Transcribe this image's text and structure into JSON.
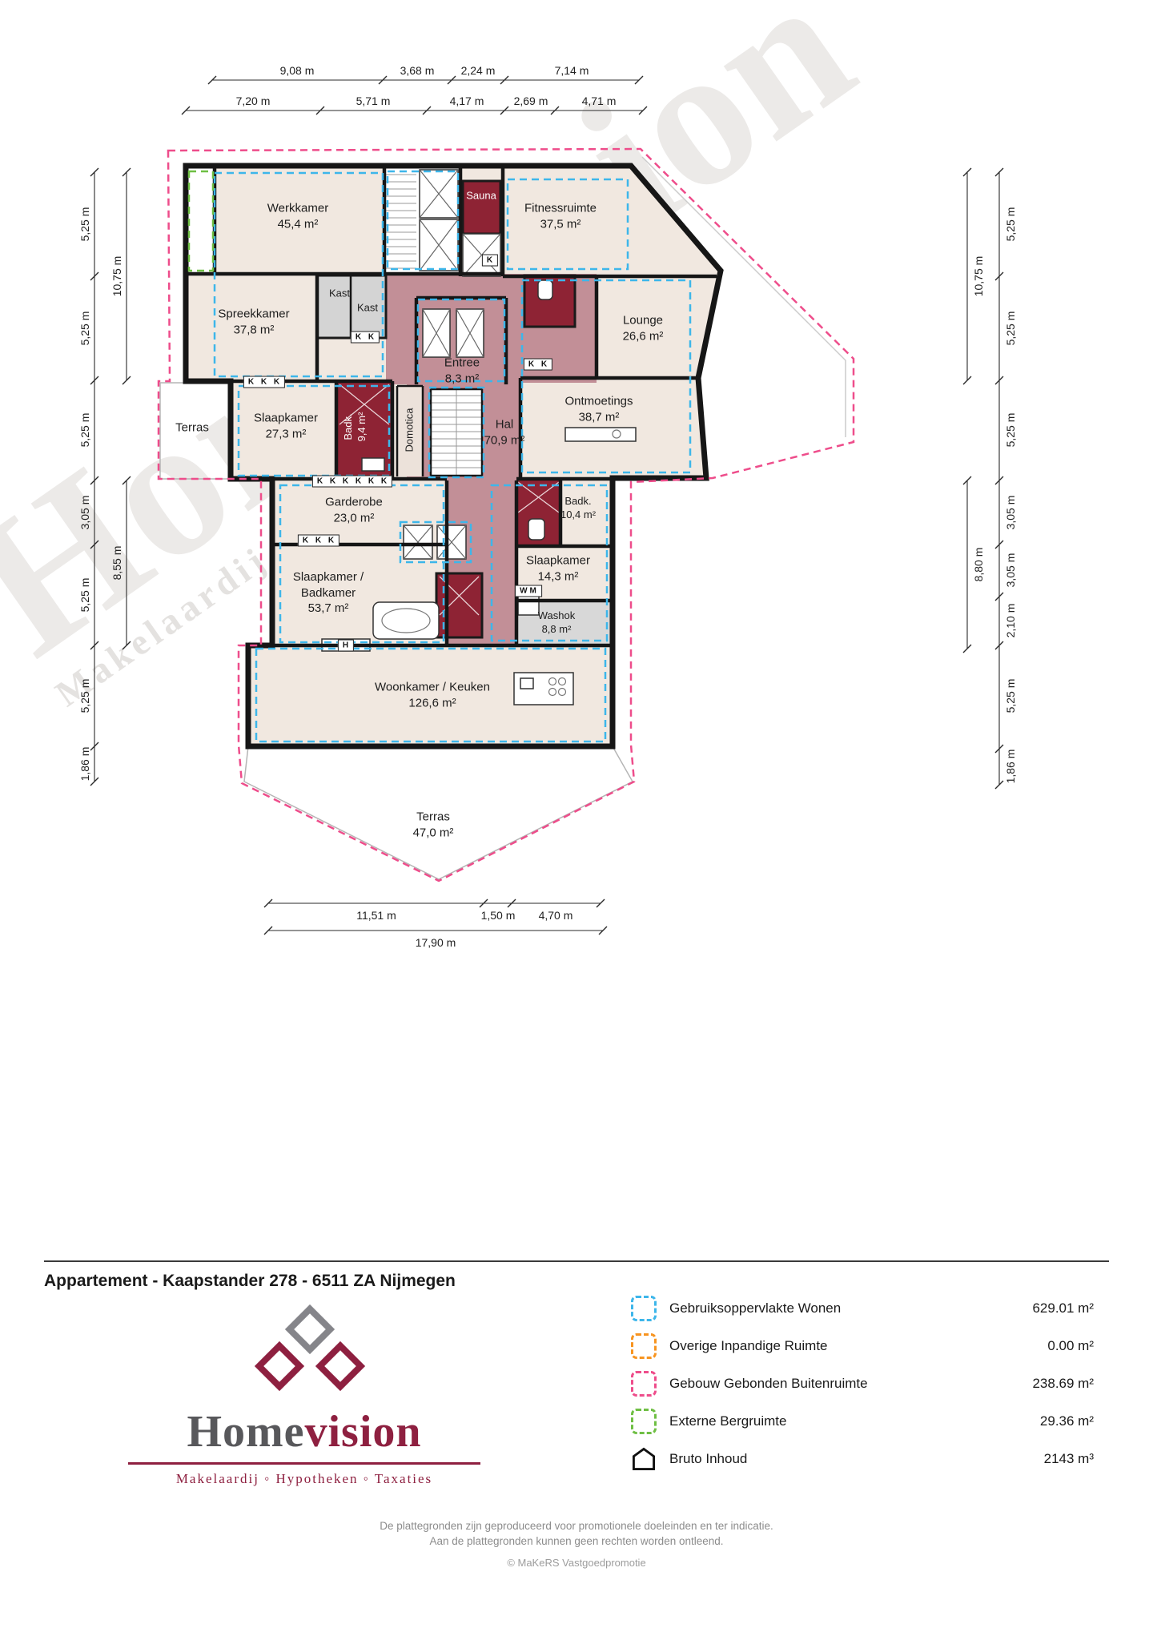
{
  "watermark": {
    "line1": "Homevision",
    "line2": "Makelaardij ◦ Hypotheken ◦ Taxaties"
  },
  "plan": {
    "rooms": {
      "werkkamer": {
        "name": "Werkkamer",
        "area": "45,4 m²"
      },
      "fitnessruimte": {
        "name": "Fitnessruimte",
        "area": "37,5 m²"
      },
      "sauna": {
        "name": "Sauna"
      },
      "spreekkamer": {
        "name": "Spreekkamer",
        "area": "37,8 m²"
      },
      "kast1": {
        "name": "Kast"
      },
      "kast2": {
        "name": "Kast"
      },
      "lounge": {
        "name": "Lounge",
        "area": "26,6 m²"
      },
      "entree": {
        "name": "Entree",
        "area": "8,3 m²"
      },
      "ontmoetings": {
        "name": "Ontmoetings",
        "area": "38,7 m²"
      },
      "slaapkamer1": {
        "name": "Slaapkamer",
        "area": "27,3 m²"
      },
      "badkamer1": {
        "name": "Badk.",
        "area": "9,4 m²"
      },
      "domotica": {
        "name": "Domotica"
      },
      "hal": {
        "name": "Hal",
        "area": "70,9 m²"
      },
      "terras_links": {
        "name": "Terras"
      },
      "garderobe": {
        "name": "Garderobe",
        "area": "23,0 m²"
      },
      "badkamer2": {
        "name": "Badk.",
        "area": "10,4 m²"
      },
      "slaapkamer2": {
        "name": "Slaapkamer",
        "area": "14,3 m²"
      },
      "slaapkamer3": {
        "name": "Slaapkamer /",
        "name2": "Badkamer",
        "area": "53,7 m²"
      },
      "washok": {
        "name": "Washok",
        "area": "8,8 m²"
      },
      "woonkamer": {
        "name": "Woonkamer / Keuken",
        "area": "126,6 m²"
      },
      "terras": {
        "name": "Terras",
        "area": "47,0 m²"
      }
    },
    "markers": {
      "k3_slaapkamer": "K K K",
      "k2_kast": "K K",
      "k2_hal": "K K",
      "k6_garderobe": "K K K K K K",
      "k3_garderobe": "K K K",
      "k1_fitness": "K",
      "wm": "WM",
      "h": "H"
    }
  },
  "dimensions": {
    "top_row1": [
      "9,08 m",
      "3,68 m",
      "2,24 m",
      "7,14 m"
    ],
    "top_row2": [
      "7,20 m",
      "5,71 m",
      "4,17 m",
      "2,69 m",
      "4,71 m"
    ],
    "left_outer": [
      "5,25 m",
      "5,25 m",
      "5,25 m",
      "3,05 m",
      "5,25 m",
      "5,25 m",
      "1,86 m"
    ],
    "left_inner": [
      "10,75 m",
      "8,55 m"
    ],
    "right_outer": [
      "5,25 m",
      "5,25 m",
      "5,25 m",
      "3,05 m",
      "3,05 m",
      "2,10 m",
      "5,25 m",
      "1,86 m"
    ],
    "right_inner": [
      "10,75 m",
      "8,80 m"
    ],
    "bottom_row1": [
      "11,51 m",
      "1,50 m",
      "4,70 m"
    ],
    "bottom_row2": [
      "17,90 m"
    ]
  },
  "footer": {
    "title": "Appartement - Kaapstander 278 - 6511 ZA Nijmegen",
    "legend": [
      {
        "label": "Gebruiksoppervlakte Wonen",
        "value": "629.01 m²",
        "color": "#3db6ea"
      },
      {
        "label": "Overige Inpandige Ruimte",
        "value": "0.00 m²",
        "color": "#f79420"
      },
      {
        "label": "Gebouw Gebonden Buitenruimte",
        "value": "238.69 m²",
        "color": "#ee4d8b"
      },
      {
        "label": "Externe Bergruimte",
        "value": "29.36 m²",
        "color": "#6fbf44"
      },
      {
        "label": "Bruto Inhoud",
        "value": "2143 m³",
        "icon": "house"
      }
    ],
    "logo": {
      "word1": "Home",
      "word2": "vision",
      "tagline": "Makelaardij ◦ Hypotheken ◦ Taxaties"
    },
    "disclaimer1": "De plattegronden zijn geproduceerd voor promotionele doeleinden en ter indicatie.",
    "disclaimer2": "Aan de plattegronden kunnen geen rechten worden ontleend.",
    "copyright": "© MaKeRS Vastgoedpromotie"
  }
}
